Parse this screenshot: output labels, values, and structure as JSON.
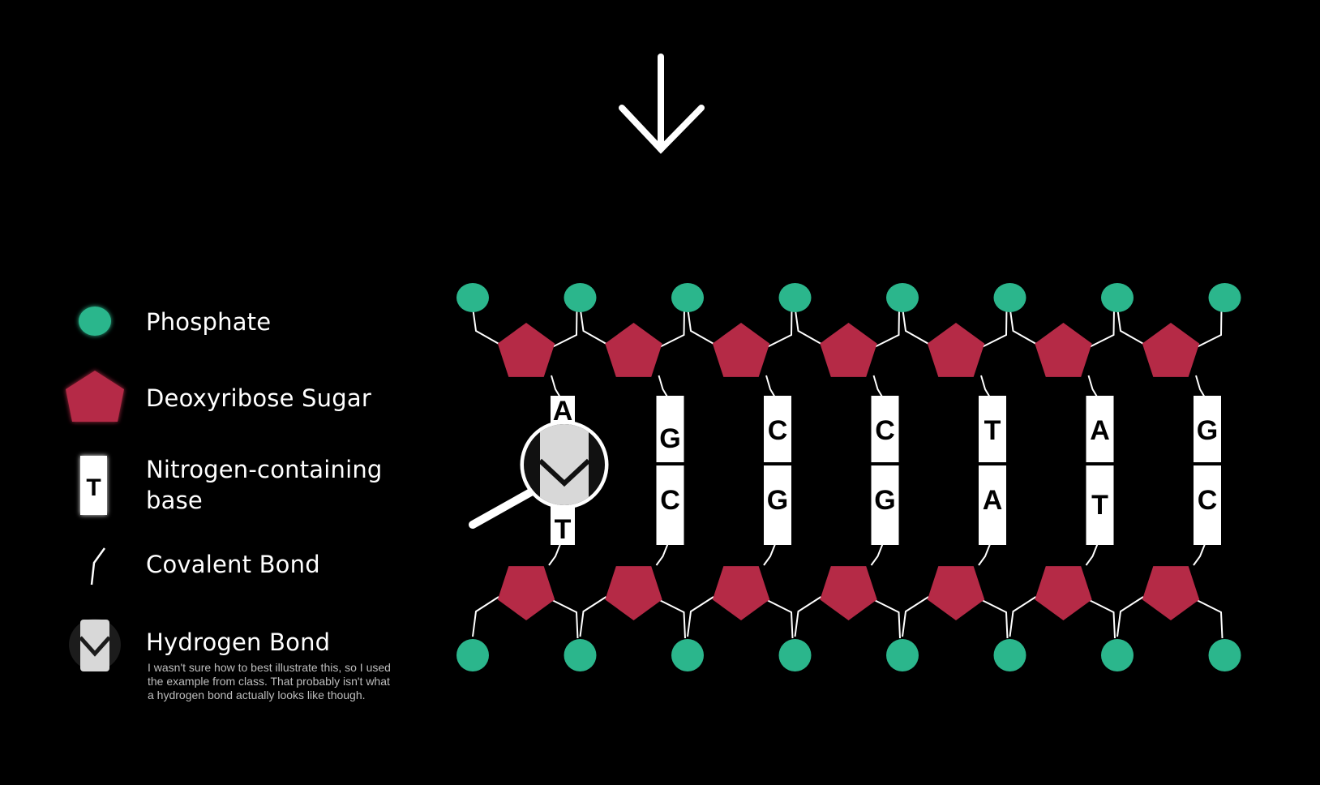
{
  "colors": {
    "background": "#000000",
    "phosphate": "#2bb68c",
    "sugar": "#b52a46",
    "base": "#ffffff",
    "bond": "#ffffff",
    "base_letter": "#000000"
  },
  "legend": {
    "phosphate": "Phosphate",
    "sugar": "Deoxyribose Sugar",
    "base_line1": "Nitrogen-containing",
    "base_line2": "base",
    "base_sample": "T",
    "covalent": "Covalent Bond",
    "hydrogen": "Hydrogen Bond",
    "note": "I wasn't sure how to best illustrate this, so I used the example from class. That probably isn't what a hydrogen bond actually looks like though."
  },
  "icons": {
    "top_arrow": "arrow-down-icon",
    "magnifier": "magnifier-icon",
    "hydrogen_bond": "hydrogen-bond-icon"
  },
  "dna": {
    "top_strand": [
      "A",
      "G",
      "C",
      "C",
      "T",
      "A",
      "G"
    ],
    "bottom_strand": [
      "T",
      "C",
      "G",
      "G",
      "A",
      "T",
      "C"
    ]
  }
}
